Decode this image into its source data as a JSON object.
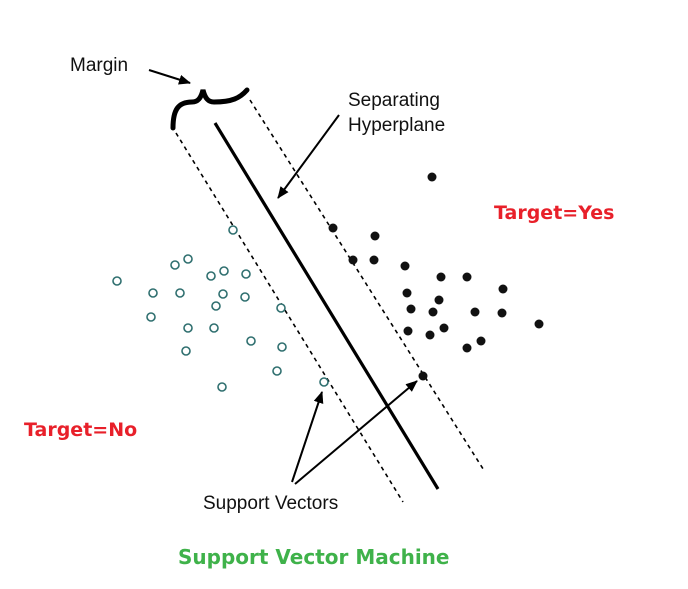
{
  "labels": {
    "margin": "Margin",
    "hyperplane_line1": "Separating",
    "hyperplane_line2": "Hyperplane",
    "target_yes": "Target=Yes",
    "target_no": "Target=No",
    "support_vectors": "Support Vectors",
    "caption": "Support Vector Machine"
  },
  "colors": {
    "target_yes": "#e8202a",
    "target_no": "#e8202a",
    "caption": "#3fb24a",
    "open_point_stroke": "#2f6f6f",
    "filled_point": "#111111",
    "line": "#000000"
  },
  "classes": [
    {
      "name": "Target=No",
      "marker": "open-circle"
    },
    {
      "name": "Target=Yes",
      "marker": "filled-circle"
    }
  ]
}
